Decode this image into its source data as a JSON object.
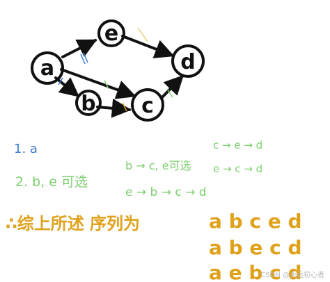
{
  "diagram": {
    "nodes": [
      {
        "id": "a",
        "label": "a"
      },
      {
        "id": "e",
        "label": "e"
      },
      {
        "id": "b",
        "label": "b"
      },
      {
        "id": "c",
        "label": "c"
      },
      {
        "id": "d",
        "label": "d"
      }
    ],
    "edges": [
      {
        "from": "a",
        "to": "e"
      },
      {
        "from": "a",
        "to": "b"
      },
      {
        "from": "a",
        "to": "c"
      },
      {
        "from": "b",
        "to": "c"
      },
      {
        "from": "e",
        "to": "d"
      },
      {
        "from": "c",
        "to": "d"
      }
    ]
  },
  "notes": {
    "step1": "1. a",
    "step2": "2. b, e 可选",
    "branch_b": "b → c, e可选",
    "seq_b1": "c → e → d",
    "seq_b2": "e → c → d",
    "branch_e": "e → b → c → d",
    "conclusion": "∴综上所述 序列为",
    "seq1": "a b c e d",
    "seq2": "a b e c d",
    "seq3": "a e b c d"
  },
  "watermark": "CSDN @永远初心者",
  "colors": {
    "blue": "#3b7bd4",
    "green": "#7ccf6e",
    "gold": "#e0a11b",
    "ink": "#111111"
  }
}
